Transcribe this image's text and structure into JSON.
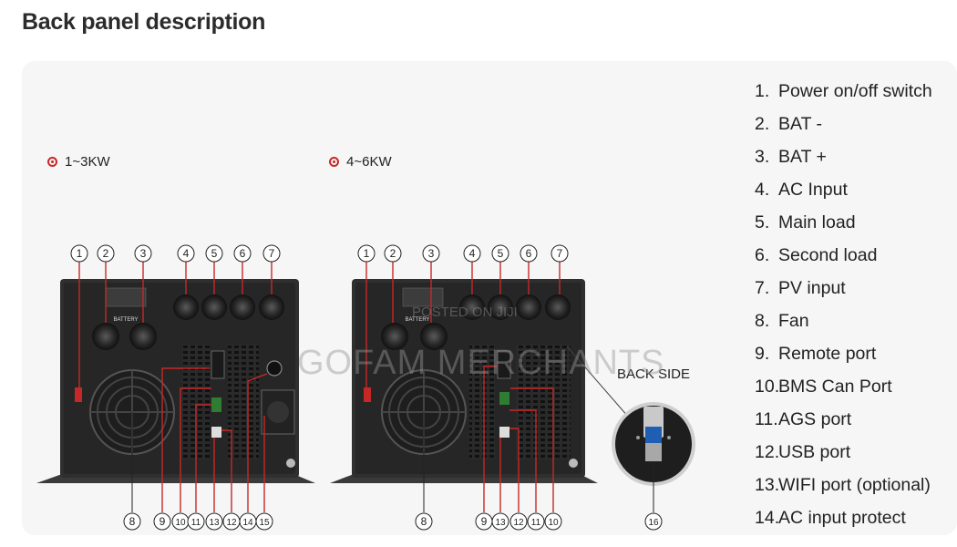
{
  "title": "Back panel description",
  "models": [
    {
      "label": "1~3KW"
    },
    {
      "label": "4~6KW"
    }
  ],
  "back_side_label": "BACK SIDE",
  "battery_label": "BATTERY",
  "legend": [
    {
      "num": "1.",
      "text": "Power on/off switch"
    },
    {
      "num": "2.",
      "text": "BAT -"
    },
    {
      "num": "3.",
      "text": "BAT +"
    },
    {
      "num": "4.",
      "text": "AC Input"
    },
    {
      "num": "5.",
      "text": "Main load"
    },
    {
      "num": "6.",
      "text": "Second load"
    },
    {
      "num": "7.",
      "text": "PV input"
    },
    {
      "num": "8.",
      "text": "Fan"
    },
    {
      "num": "9.",
      "text": "Remote port"
    },
    {
      "num": "10.",
      "text": "BMS Can Port"
    },
    {
      "num": "11.",
      "text": "AGS port"
    },
    {
      "num": "12.",
      "text": "USB port"
    },
    {
      "num": "13.",
      "text": "WIFI port (optional)"
    },
    {
      "num": "14.",
      "text": "AC input protect"
    }
  ],
  "callouts_left_top": [
    "1",
    "2",
    "3",
    "4",
    "5",
    "6",
    "7"
  ],
  "callouts_left_bottom": [
    "8",
    "9",
    "10",
    "11",
    "13",
    "12",
    "14",
    "15"
  ],
  "callouts_right_top": [
    "1",
    "2",
    "3",
    "4",
    "5",
    "6",
    "7"
  ],
  "callouts_right_bottom": [
    "8",
    "9",
    "13",
    "12",
    "11",
    "10"
  ],
  "callout_back": "16",
  "watermarks": {
    "top": "POSTED ON JIJI",
    "main": "GOFAM MERCHANTS"
  }
}
